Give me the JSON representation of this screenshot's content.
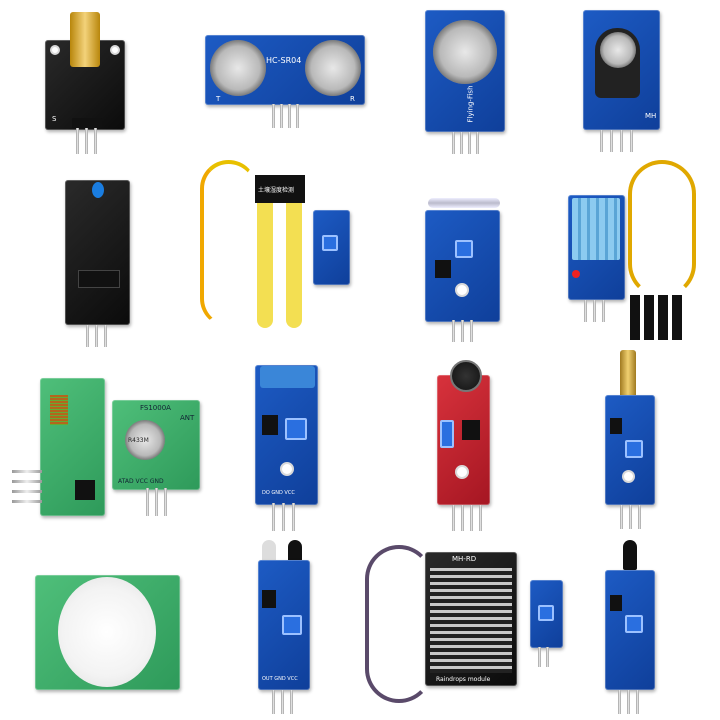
{
  "labels": {
    "laser_s": "S",
    "ultrasonic_model": "HC-SR04",
    "ultrasonic_t": "T",
    "ultrasonic_r": "R",
    "gas_brand": "Flying-Fish",
    "rtc_brand": "MH",
    "soil_label": "土壤湿度检测",
    "rf_tx_model": "FS1000A",
    "rf_ant": "ANT",
    "rf_pins": "ATAD VCC GND",
    "rf_crystal": "R433M",
    "relay_pins": "DO GND VCC",
    "rain_brand": "MH-RD",
    "rain_label": "Raindrops module",
    "flame_pins": "OUT GND VCC"
  },
  "colors": {
    "pcb_blue": "#1d5bc4",
    "pcb_black": "#1a1a1a",
    "pcb_green": "#3fae6a",
    "pcb_red": "#c8242e",
    "background": "#ffffff"
  }
}
